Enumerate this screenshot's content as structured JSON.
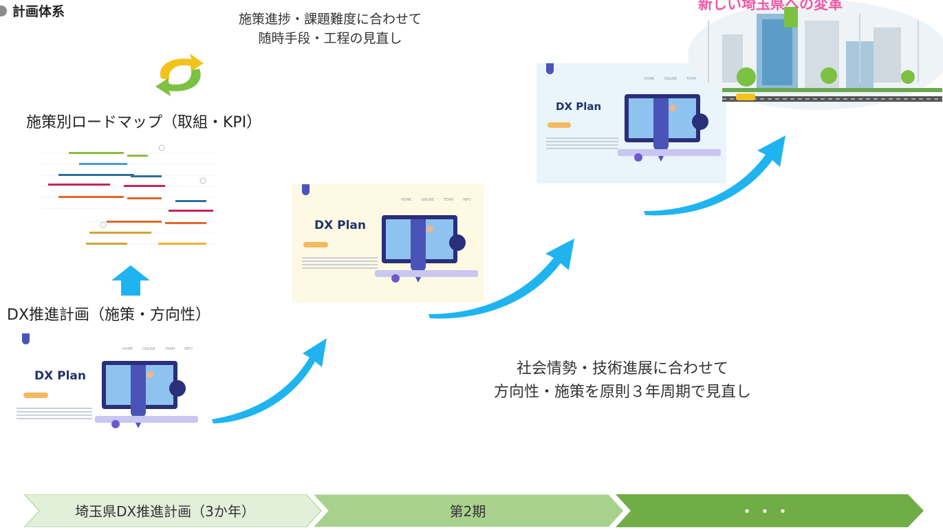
{
  "heading": "計画体系",
  "cycle_note": [
    "施策進捗・課題難度に合わせて",
    "随時手段・工程の見直し"
  ],
  "roadmap_label": "施策別ロードマップ（取組・KPI）",
  "plan_label": "DX推進計画（施策・方向性）",
  "review_note": [
    "社会情勢・技術進展に合わせて",
    "方向性・施策を原則３年周期で見直し"
  ],
  "goal_text": "新しい埼玉県への変革",
  "mockup_title": "DX Plan",
  "mockup_nav": [
    "HOME",
    "ONLINE",
    "TEAM",
    "INFO"
  ],
  "timeline": {
    "phase1": "埼玉県DX推進計画（3か年）",
    "phase2": "第2期",
    "phase3": "・・・"
  },
  "colors": {
    "phase1": "#e2efd9",
    "phase2": "#a9d18e",
    "phase3": "#70ad47",
    "arrow": "#1fb4f0",
    "goal": "#f05aa5"
  }
}
